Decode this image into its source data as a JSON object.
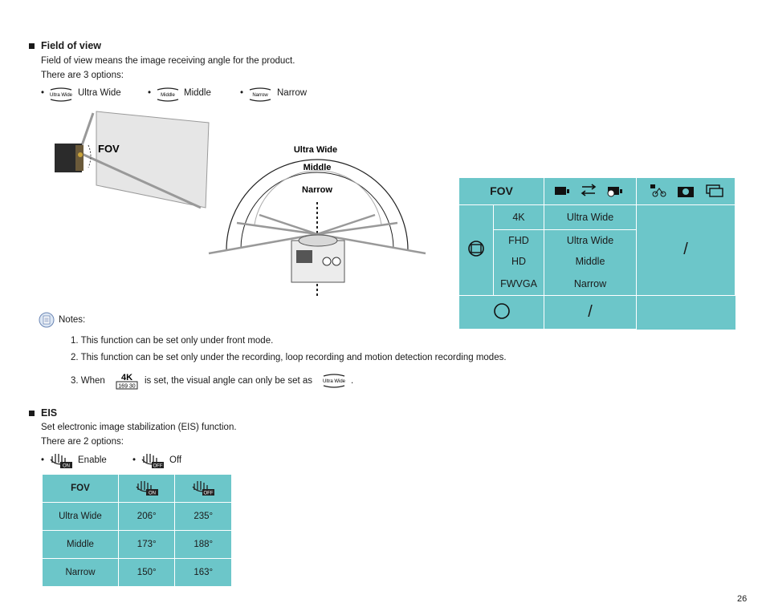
{
  "fov": {
    "heading": "Field of view",
    "desc": "Field of view means the image receiving angle for the product.",
    "options_intro": "There are 3 options:",
    "options": [
      {
        "badge": "Ultra Wide",
        "label": "Ultra Wide"
      },
      {
        "badge": "Middle",
        "label": "Middle"
      },
      {
        "badge": "Narrow",
        "label": "Narrow"
      }
    ],
    "diagram": {
      "fov_label": "FOV",
      "ultra_wide": "Ultra Wide",
      "middle": "Middle",
      "narrow": "Narrow"
    },
    "table": {
      "header_fov": "FOV",
      "rows": [
        {
          "res": "4K",
          "fov": "Ultra Wide"
        },
        {
          "res": "FHD",
          "fov": "Ultra Wide"
        },
        {
          "res": "HD",
          "fov": "Middle"
        },
        {
          "res": "FWVGA",
          "fov": "Narrow"
        }
      ],
      "slash": "/"
    },
    "notes_label": "Notes:",
    "notes": [
      "1. This function can be set only under front mode.",
      "2. This function can be set only under the recording, loop recording and motion detection recording modes.",
      "3. When",
      "is set,  the visual angle can only be set as",
      "."
    ],
    "badge_4k_top": "4K",
    "badge_4k_bottom": "169 30",
    "badge_uw": "Ultra Wide"
  },
  "eis": {
    "heading": "EIS",
    "desc": "Set electronic image stabilization (EIS) function.",
    "options_intro": "There are 2 options:",
    "options": [
      {
        "badge": "ON",
        "label": "Enable"
      },
      {
        "badge": "OFF",
        "label": "Off"
      }
    ],
    "table": {
      "header": "FOV",
      "on_badge": "ON",
      "off_badge": "OFF",
      "rows": [
        {
          "fov": "Ultra Wide",
          "on": "206°",
          "off": "235°"
        },
        {
          "fov": "Middle",
          "on": "173°",
          "off": "188°"
        },
        {
          "fov": "Narrow",
          "on": "150°",
          "off": "163°"
        }
      ]
    }
  },
  "page_number": "26"
}
